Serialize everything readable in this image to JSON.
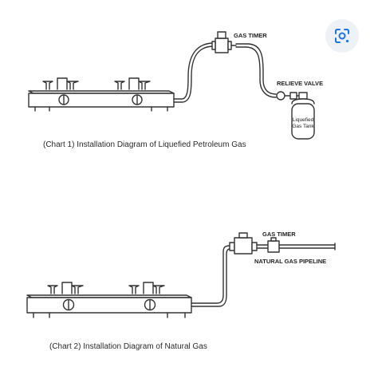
{
  "chart1": {
    "caption": "(Chart 1)  Installation Diagram of Liquefied Petroleum Gas",
    "timer_label": "GAS TIMER",
    "valve_label": "RELIEVE VALVE",
    "tank_label_line1": "Liquefied",
    "tank_label_line2": "Gas Tank"
  },
  "chart2": {
    "caption": "(Chart 2)  Installation Diagram of Natural Gas",
    "timer_label": "GAS TIMER",
    "pipeline_label": "NATURAL GAS PIPELINE"
  },
  "overlay": {
    "lens_icon": "lens-search-icon",
    "accent_color": "#1a73e8"
  }
}
